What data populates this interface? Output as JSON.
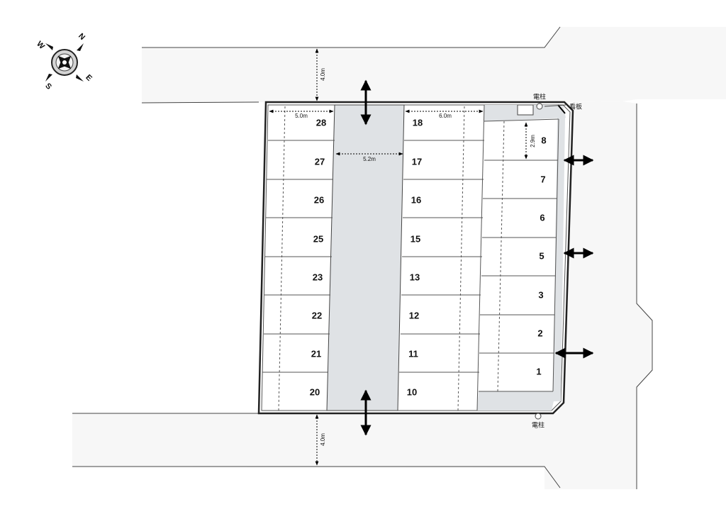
{
  "compass": {
    "n": "N",
    "e": "E",
    "s": "S",
    "w": "W"
  },
  "dimensions": {
    "road_top_width": "4.0m",
    "road_bottom_width": "4.0m",
    "left_space_length": "5.0m",
    "aisle_width": "5.2m",
    "center_space_length": "6.0m",
    "right_space_width": "2.9m"
  },
  "labels": {
    "pole_top": "電柱",
    "sign": "看板",
    "pole_bottom": "電柱"
  },
  "left_column": [
    "28",
    "27",
    "26",
    "25",
    "23",
    "22",
    "21",
    "20"
  ],
  "center_column": [
    "18",
    "17",
    "16",
    "15",
    "13",
    "12",
    "11",
    "10"
  ],
  "right_column": [
    "8",
    "7",
    "6",
    "5",
    "3",
    "2",
    "1"
  ],
  "colors": {
    "aisle": "#dfe2e5",
    "road": "#f7f7f7",
    "line": "#333333"
  }
}
